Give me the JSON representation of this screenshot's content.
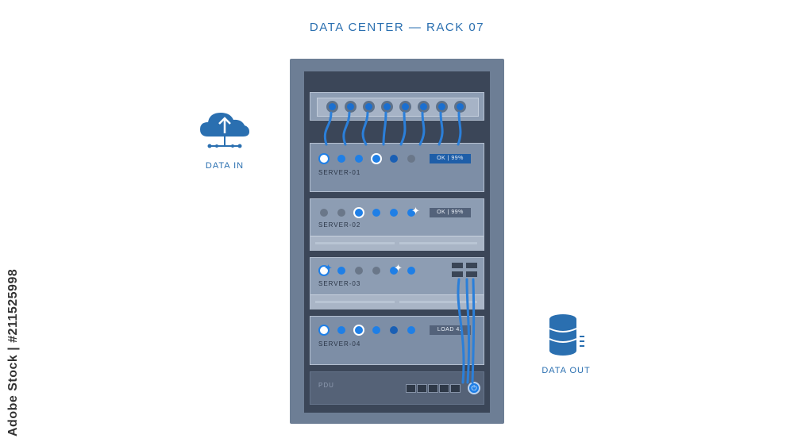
{
  "title": "DATA CENTER — RACK 07",
  "side_id": "Adobe Stock | #211525998",
  "data_in": {
    "label": "DATA IN",
    "icon": "cloud-upload-icon"
  },
  "data_out": {
    "label": "DATA OUT",
    "icon": "database-icon"
  },
  "servers": [
    {
      "label": "SERVER-01",
      "status": "OK | 99%"
    },
    {
      "label": "SERVER-02",
      "status": "OK | 99%"
    },
    {
      "label": "SERVER-03",
      "status": ""
    },
    {
      "label": "SERVER-04",
      "status": "LOAD 42"
    }
  ],
  "pdu": {
    "label": "PDU",
    "power_icon": "power-icon"
  },
  "colors": {
    "accent": "#2a6fb0",
    "led_blue": "#1f7fe6",
    "rack_frame": "#6d7e95"
  }
}
